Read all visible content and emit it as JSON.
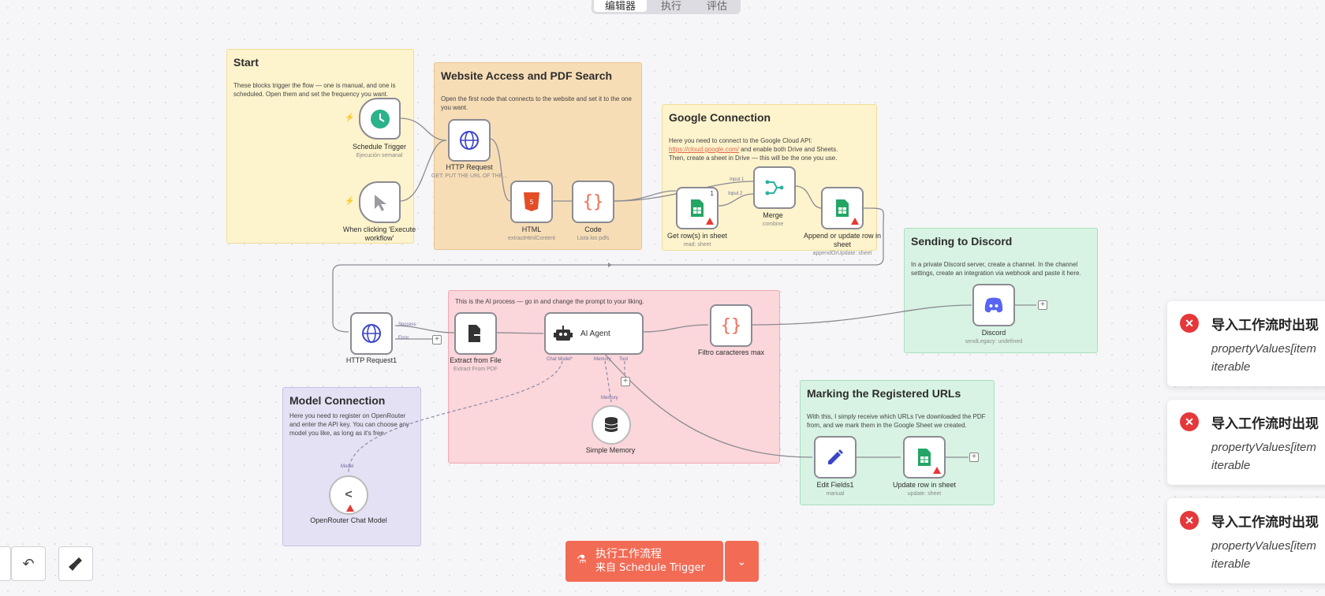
{
  "top_tabs": [
    "编辑器",
    "执行",
    "评估"
  ],
  "notes": {
    "start": {
      "title": "Start",
      "text": "These blocks trigger the flow — one is manual, and one is scheduled. Open them and set the frequency you want."
    },
    "website": {
      "title": "Website Access and PDF Search",
      "text": "Open the first node that connects to the website and set it to the one you want."
    },
    "google": {
      "title": "Google Connection",
      "text1": "Here you need to connect to the Google Cloud API:",
      "link": "https://cloud.google.com/",
      "text2": " and enable both Drive and Sheets.",
      "text3": "Then, create a sheet in Drive — this will be the one you use."
    },
    "discord": {
      "title": "Sending to Discord",
      "text": "In a private Discord server, create a channel. In the channel settings, create an integration via webhook and paste it here."
    },
    "ai": {
      "text": "This is the AI process — go in and change the prompt to your liking."
    },
    "model": {
      "title": "Model Connection",
      "text": "Here you need to register on OpenRouter and enter the API key. You can choose any model you like, as long as it's free."
    },
    "marking": {
      "title": "Marking the Registered URLs",
      "text": "With this, I simply receive which URLs I've downloaded the PDF from, and we mark them in the Google Sheet we created."
    }
  },
  "nodes": {
    "schedule": {
      "label": "Schedule Trigger",
      "sub": "Ejecución semanal"
    },
    "manual": {
      "label": "When clicking 'Execute workflow'"
    },
    "http1": {
      "label": "HTTP Request",
      "sub": "GET: PUT THE URL OF THE..."
    },
    "html": {
      "label": "HTML",
      "sub": "extractHtmlContent"
    },
    "code": {
      "label": "Code",
      "sub": "Lista los pdfs"
    },
    "getrows": {
      "label": "Get row(s) in sheet",
      "sub": "read: sheet",
      "badge": "1"
    },
    "merge": {
      "label": "Merge",
      "sub": "combine",
      "in1": "Input 1",
      "in2": "Input 2"
    },
    "append": {
      "label": "Append or update row in sheet",
      "sub": "appendOrUpdate: sheet"
    },
    "discord": {
      "label": "Discord",
      "sub": "sendLegacy: undefined"
    },
    "http2": {
      "label": "HTTP Request1",
      "success": "Success",
      "error": "Error"
    },
    "extract": {
      "label": "Extract from File",
      "sub": "Extract From PDF"
    },
    "agent": {
      "label": "AI Agent",
      "chat": "Chat Model*",
      "memory": "Memory",
      "tool": "Tool"
    },
    "filtro": {
      "label": "Filtro caracteres max"
    },
    "memory": {
      "label": "Simple Memory",
      "port": "Memory"
    },
    "openrouter": {
      "label": "OpenRouter Chat Model",
      "port": "Model"
    },
    "editfields": {
      "label": "Edit Fields1",
      "sub": "manual"
    },
    "updaterow": {
      "label": "Update row in sheet",
      "sub": "update: sheet"
    }
  },
  "exec_button": {
    "line1": "执行工作流程",
    "line2": "来自 Schedule Trigger"
  },
  "toasts": [
    {
      "title": "导入工作流时出现",
      "msg1": "propertyValues[item",
      "msg2": "iterable"
    },
    {
      "title": "导入工作流时出现",
      "msg1": "propertyValues[item",
      "msg2": "iterable"
    },
    {
      "title": "导入工作流时出现",
      "msg1": "propertyValues[item",
      "msg2": "iterable"
    }
  ],
  "colors": {
    "accent": "#f26b55",
    "error": "#e5383b",
    "sheets_green": "#23a566",
    "discord": "#5865f2"
  }
}
